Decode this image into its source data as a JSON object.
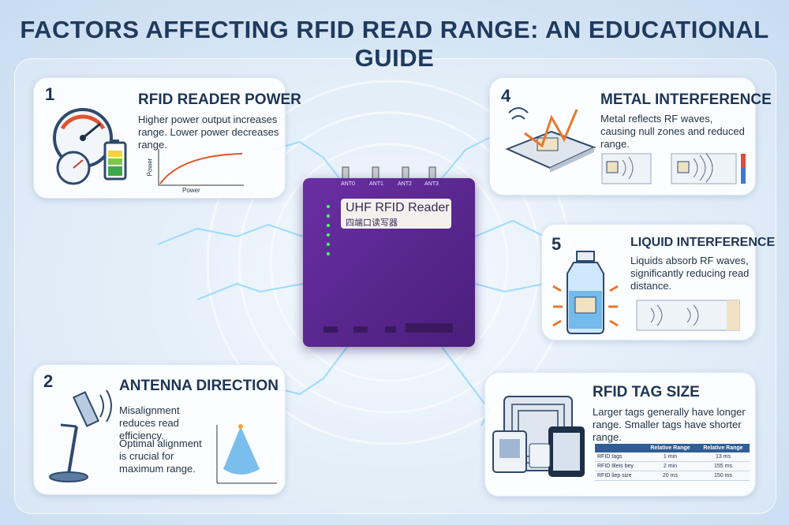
{
  "title": "FACTORS AFFECTING RFID READ RANGE: AN EDUCATIONAL GUIDE",
  "reader": {
    "name": "UHF RFID Reader",
    "subtitle": "四端口读写器",
    "antennas": [
      "ANT0",
      "ANT1",
      "ANT2",
      "ANT3"
    ]
  },
  "factors": {
    "power": {
      "number": "1",
      "heading": "RFID READER POWER",
      "text": "Higher power output increases range. Lower power decreases range.",
      "graph_x": "Power",
      "graph_y": "Power"
    },
    "antenna": {
      "number": "2",
      "heading": "ANTENNA DIRECTION",
      "text1": "Misalignment reduces read efficiency.",
      "text2": "Optimal alignment is crucial for maximum range."
    },
    "metal": {
      "number": "4",
      "heading": "METAL INTERFERENCE",
      "text": "Metal reflects RF waves, causing null zones and reduced range."
    },
    "liquid": {
      "number": "5",
      "heading": "LIQUID INTERFERENCE",
      "text": "Liquids absorb RF waves, significantly reducing read distance."
    },
    "tagsize": {
      "heading": "RFID TAG SIZE",
      "text": "Larger tags generally have longer range. Smaller tags have shorter range.",
      "table_headers": [
        "",
        "Relative Range",
        "Relative Range"
      ],
      "table_rows": [
        [
          "RFID tags",
          "1 min",
          "13 ms"
        ],
        [
          "RFID 8leis bey",
          "2 min",
          "155 ms"
        ],
        [
          "RFID liep size",
          "20 ms",
          "150 ms"
        ]
      ]
    }
  }
}
